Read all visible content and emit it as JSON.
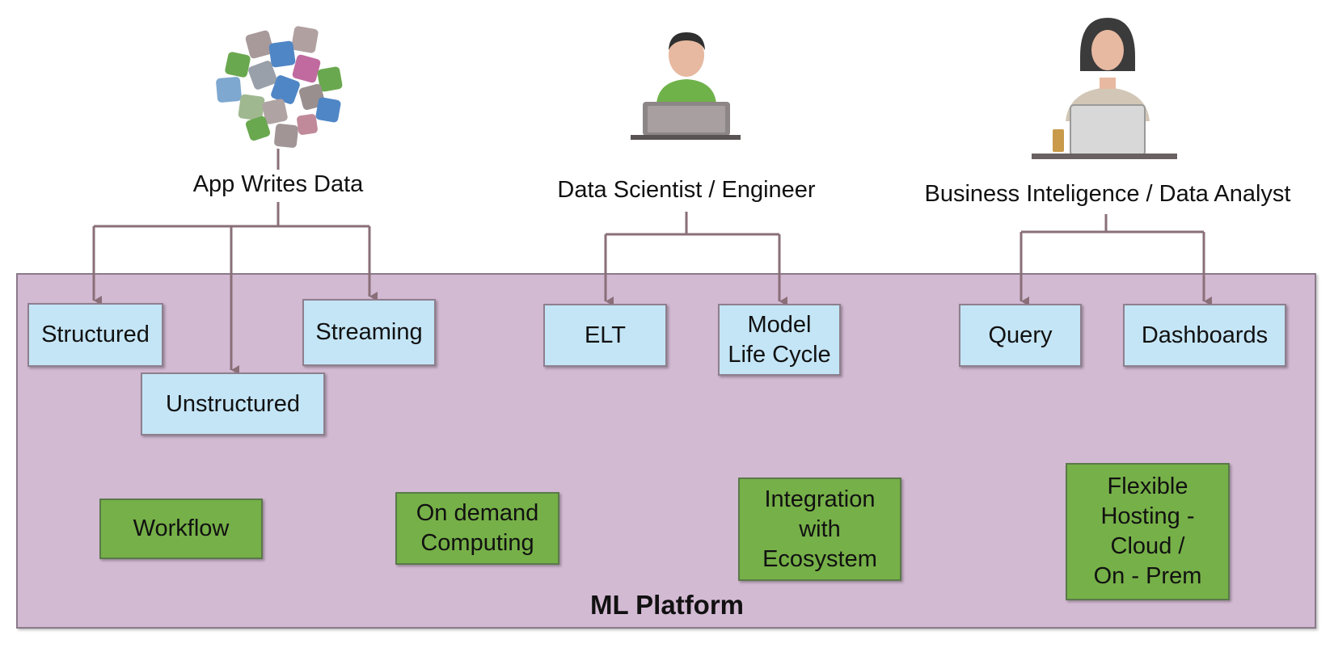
{
  "actors": {
    "app": {
      "label": "App Writes Data",
      "icon": "app-icons-cluster-icon"
    },
    "scientist": {
      "label": "Data Scientist / Engineer",
      "icon": "data-scientist-icon"
    },
    "analyst": {
      "label": "Business Inteligence / Data Analyst",
      "icon": "data-analyst-icon"
    }
  },
  "platform": {
    "title": "ML Platform"
  },
  "data_boxes": {
    "structured": "Structured",
    "unstructured": "Unstructured",
    "streaming": "Streaming",
    "elt": "ELT",
    "model_life_cycle": "Model\nLife Cycle",
    "query": "Query",
    "dashboards": "Dashboards"
  },
  "capabilities": {
    "workflow": "Workflow",
    "on_demand": "On demand\nComputing",
    "integration": "Integration\nwith\nEcosystem",
    "hosting": "Flexible\nHosting -\nCloud /\nOn - Prem"
  },
  "colors": {
    "platform_bg": "#d3bad3",
    "data_box": "#c4e5f6",
    "capability_box": "#76b048",
    "connector": "#8a6f78"
  }
}
